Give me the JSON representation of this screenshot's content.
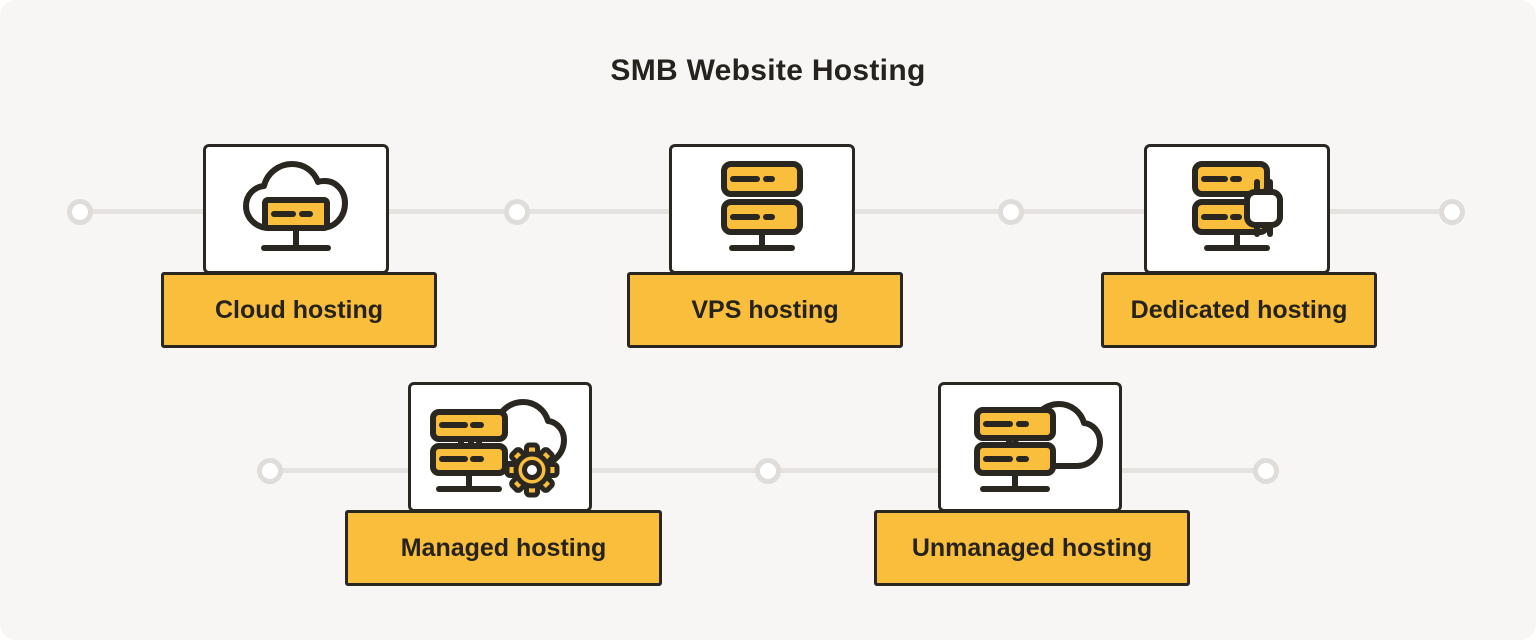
{
  "title": "SMB Website Hosting",
  "colors": {
    "accent_yellow": "#F9BE3B",
    "outline_dark": "#2A2620",
    "connector_gray": "#E5E2DF",
    "canvas_background": "#F7F6F4",
    "card_background": "#FFFFFF"
  },
  "nodes": [
    {
      "id": "cloud",
      "label": "Cloud hosting",
      "icon": "cloud-server-icon"
    },
    {
      "id": "vps",
      "label": "VPS hosting",
      "icon": "server-stack-icon"
    },
    {
      "id": "dedicated",
      "label": "Dedicated hosting",
      "icon": "server-chip-icon"
    },
    {
      "id": "managed",
      "label": "Managed hosting",
      "icon": "server-cloud-gear-icon"
    },
    {
      "id": "unmanaged",
      "label": "Unmanaged hosting",
      "icon": "server-cloud-icon"
    }
  ]
}
